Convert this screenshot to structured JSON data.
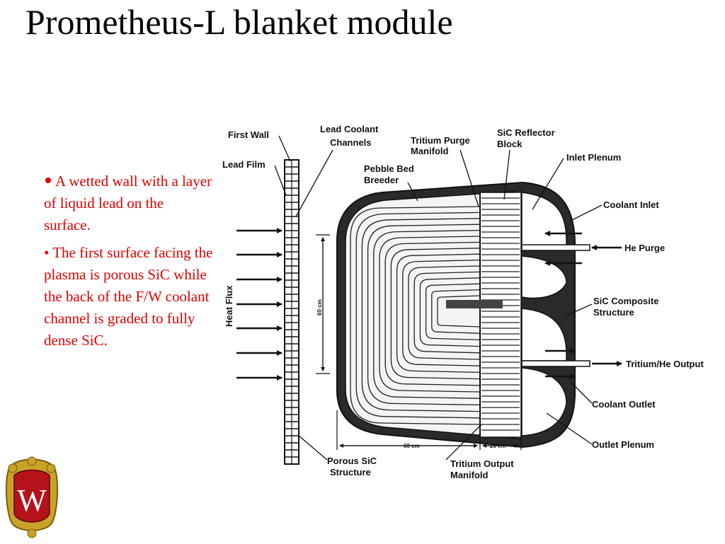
{
  "title": "Prometheus-L blanket module",
  "bullets": [
    "A wetted wall with a layer of liquid lead on the surface.",
    "• The first surface facing the plasma is porous SiC while the back of the F/W coolant channel is graded to fully dense SiC."
  ],
  "bullet_marker": "•",
  "diagram": {
    "labels": {
      "first_wall": "First Wall",
      "lead_film": "Lead Film",
      "lead_coolant_1": "Lead Coolant",
      "lead_coolant_2": "Channels",
      "pebble_1": "Pebble Bed",
      "pebble_2": "Breeder",
      "tritium_purge_1": "Tritium Purge",
      "tritium_purge_2": "Manifold",
      "reflector_1": "SiC Reflector",
      "reflector_2": "Block",
      "inlet_plenum": "Inlet Plenum",
      "coolant_inlet": "Coolant Inlet",
      "he_purge": "He Purge",
      "sic_composite_1": "SiC Composite",
      "sic_composite_2": "Structure",
      "tritium_he_output": "Tritium/He Output",
      "coolant_outlet": "Coolant Outlet",
      "outlet_plenum": "Outlet Plenum",
      "porous_1": "Porous SiC",
      "porous_2": "Structure",
      "tritium_output_1": "Tritium Output",
      "tritium_output_2": "Manifold",
      "heat_flux": "Heat Flux",
      "dim_60_vertical": "60 cm",
      "dim_60_horizontal": "60 cm",
      "dim_20": "20 cm"
    }
  },
  "logo": {
    "letter": "W",
    "colors": {
      "shield": "#b5121b",
      "gold": "#c9a227"
    }
  },
  "colors": {
    "bullet_text": "#e00000",
    "title": "#000000"
  }
}
